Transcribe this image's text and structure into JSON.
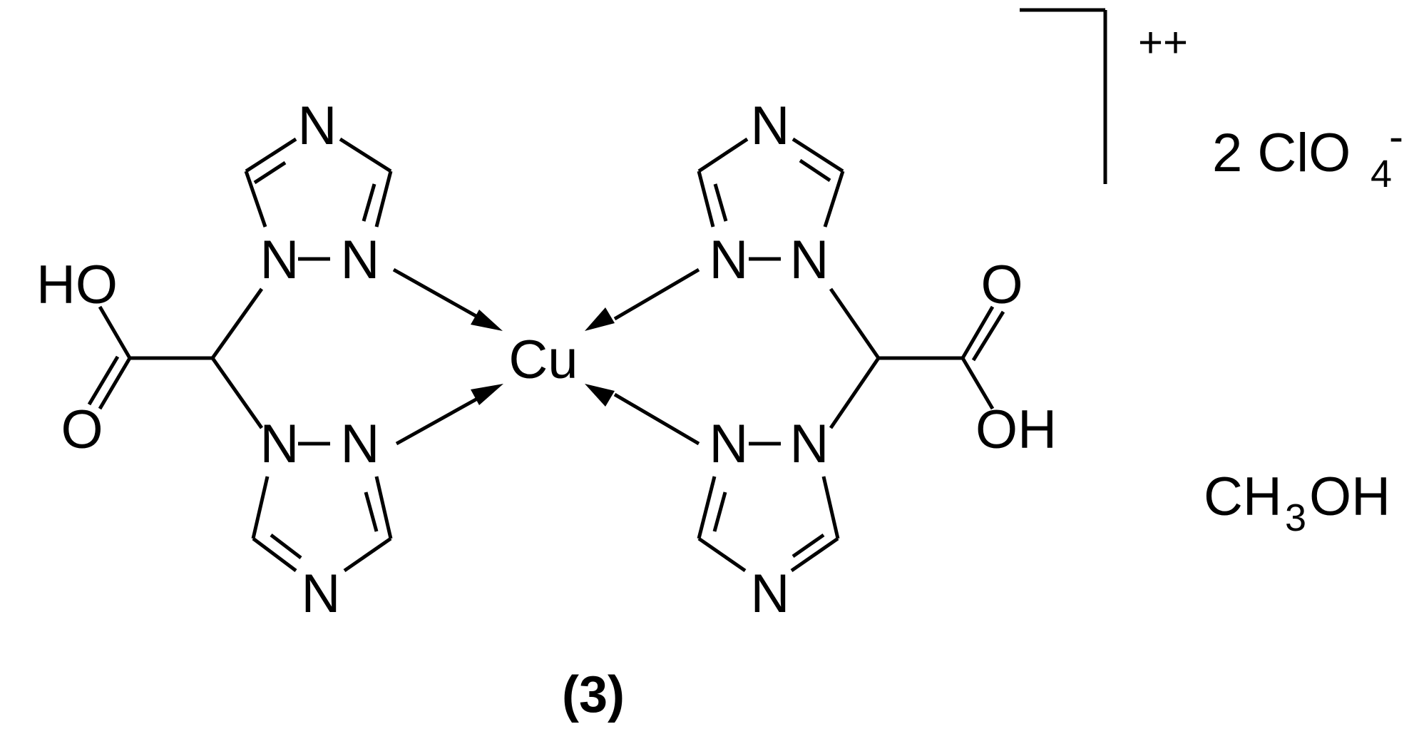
{
  "labels": {
    "n": "N",
    "cu": "Cu",
    "ho": "HO",
    "oh": "OH",
    "o": "O",
    "charge": "++",
    "counterion_coef": "2 ClO",
    "counterion_sub": "4",
    "counterion_sup": "-",
    "solvent_a": "CH",
    "solvent_sub": "3",
    "solvent_b": "OH",
    "compound_number": "(3)"
  }
}
